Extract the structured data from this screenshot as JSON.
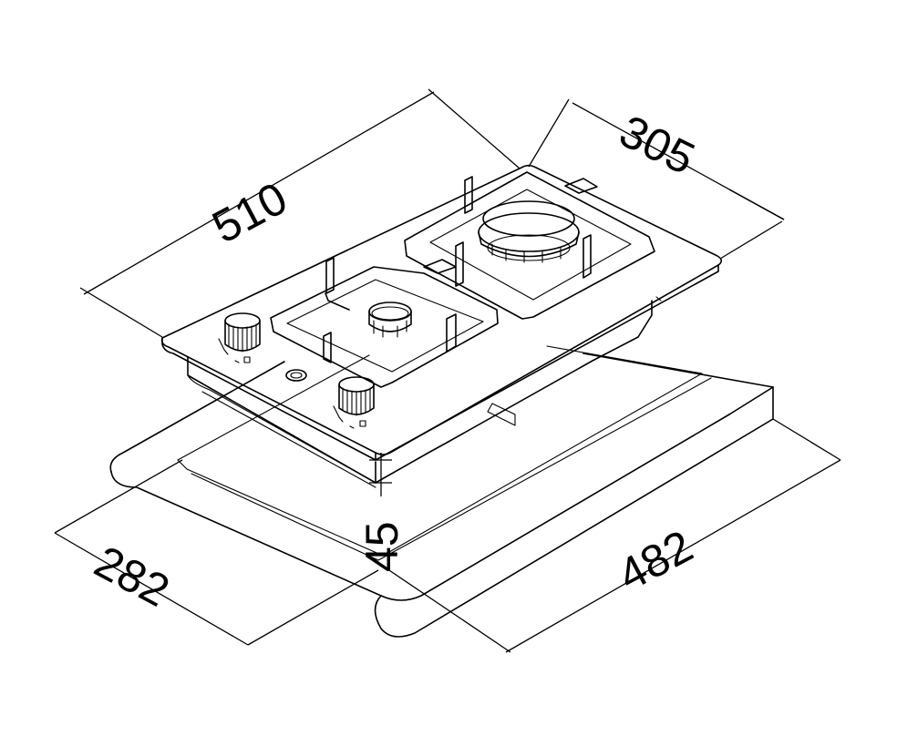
{
  "dimensions": {
    "width": "510",
    "depth": "305",
    "height": "45",
    "cutout_width": "482",
    "cutout_depth": "282"
  }
}
